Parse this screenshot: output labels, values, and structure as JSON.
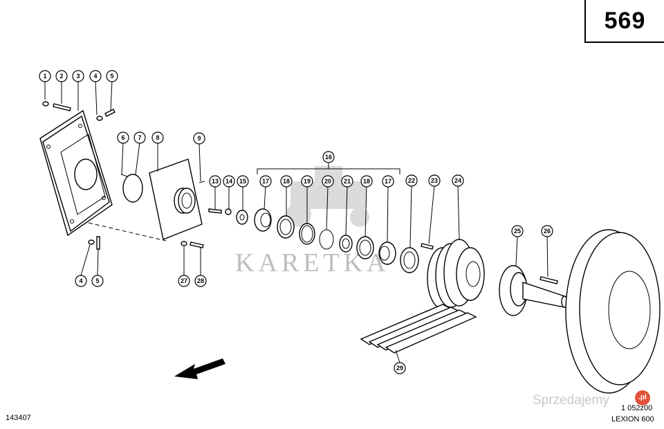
{
  "page_number": "569",
  "footer": {
    "drawing_id": "143407",
    "ref_code": "1 052z00",
    "model": "LEXION 600"
  },
  "watermark": {
    "text": "KARETKA",
    "site": "Sprzedajemy",
    "site_badge": ".pl"
  },
  "callouts": [
    "1",
    "2",
    "3",
    "4",
    "5",
    "4",
    "5",
    "6",
    "7",
    "8",
    "9",
    "27",
    "28",
    "13",
    "14",
    "15",
    "16",
    "17",
    "18",
    "19",
    "20",
    "21",
    "18",
    "17",
    "22",
    "23",
    "24",
    "25",
    "26",
    "29"
  ],
  "colors": {
    "line": "#000000",
    "watermark": "#8a8a8a",
    "badge": "#e0533a"
  }
}
